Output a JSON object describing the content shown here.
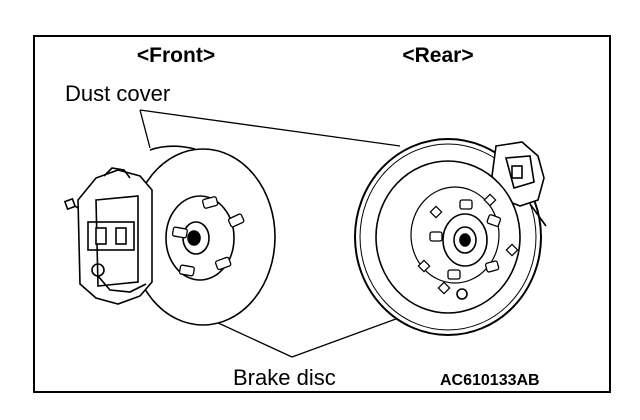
{
  "figure": {
    "front_header": "<Front>",
    "rear_header": "<Rear>",
    "dust_cover_label": "Dust cover",
    "brake_disc_label": "Brake disc",
    "figure_code": "AC610133AB"
  },
  "icons": {
    "front": "front-brake-assembly-icon",
    "rear": "rear-brake-assembly-icon"
  },
  "colors": {
    "line": "#000000",
    "background": "#ffffff"
  }
}
